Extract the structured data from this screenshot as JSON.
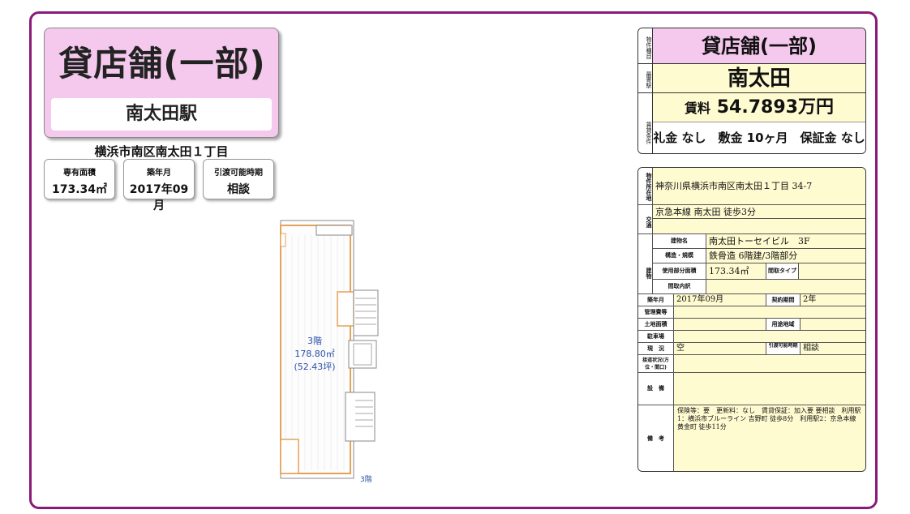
{
  "title_card": {
    "property_type": "貸店舗(一部)",
    "station": "南太田駅"
  },
  "address_short": "横浜市南区南太田１丁目",
  "stats": [
    {
      "label": "専有面積",
      "value": "173.34㎡"
    },
    {
      "label": "築年月",
      "value": "2017年09月"
    },
    {
      "label": "引渡可能時期",
      "value": "相談"
    }
  ],
  "floor_plan": {
    "floor": "3階",
    "area_m2": "178.80㎡",
    "area_tsubo": "(52.43坪)",
    "floor_tag": "3階"
  },
  "header": {
    "side_type": "物件種目",
    "side_station": "最寄駅",
    "side_terms": "賃貸条件",
    "property_type": "貸店舗(一部)",
    "station": "南太田",
    "rent_label": "賃料",
    "rent_value": "54.7893万円",
    "fees": "礼金 なし　敷金 10ヶ月　保証金 なし"
  },
  "detail": {
    "side_location": "物件所在地",
    "location": "神奈川県横浜市南区南太田１丁目 34-7",
    "side_traffic": "交通",
    "traffic": "京急本線 南太田 徒歩3分",
    "side_building": "建物",
    "bldg_name_label": "建物名",
    "bldg_name": "南太田トーセイビル　3F",
    "structure_label": "構造・規模",
    "structure": "鉄骨造 6階建/3階部分",
    "area_label": "使用部分面積",
    "area": "173.34㎡",
    "layout_type_label": "間取タイプ",
    "layout_type": "",
    "layout_detail_label": "間取内訳",
    "layout_detail": "",
    "built_label": "築年月",
    "built": "2017年09月",
    "contract_label": "契約期間",
    "contract": "2年",
    "mgmt_label": "管理費等",
    "mgmt": "",
    "land_label": "土地面積",
    "land": "",
    "zoning_label": "用途地域",
    "zoning": "",
    "parking_label": "駐車場",
    "parking": "",
    "status_label": "現　況",
    "status": "空",
    "handover_label": "引渡可能時期",
    "handover": "相談",
    "road_label": "接道状況(方位・間口)",
    "road": "",
    "facilities_label": "設　備",
    "facilities": "",
    "remarks_label": "備　考",
    "remarks": "保険等：要　更新料：なし　賃貸保証：加入要 要相談　利用駅1：横浜市ブルーライン 吉野町 徒歩8分　利用駅2：京急本線 黄金町 徒歩11分"
  }
}
